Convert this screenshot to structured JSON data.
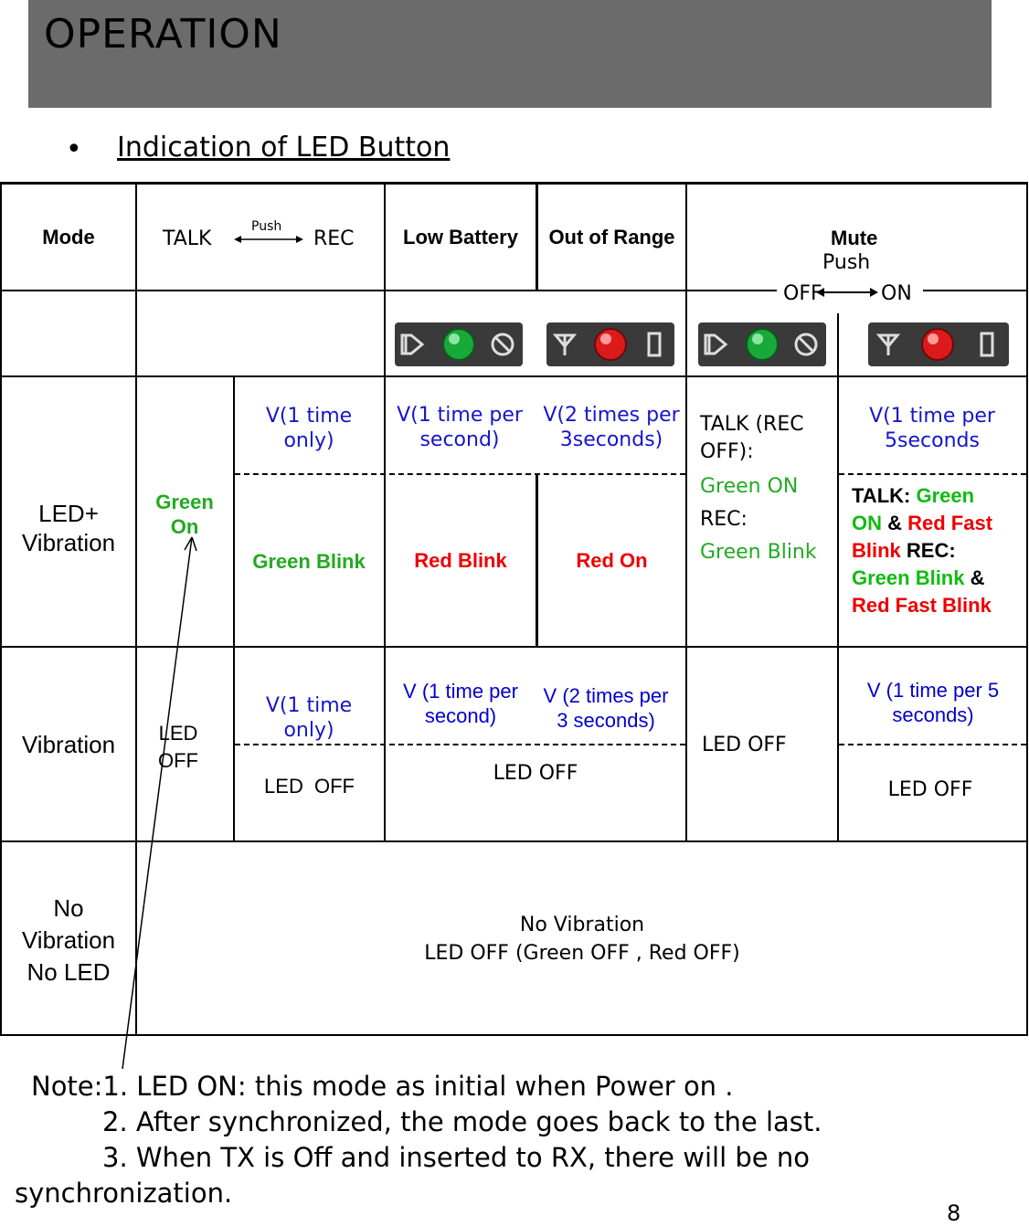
{
  "header": {
    "title": "OPERATION"
  },
  "section": {
    "bullet": "•",
    "title": "Indication of LED Button"
  },
  "table": {
    "head": {
      "mode": "Mode",
      "talk": "TALK",
      "push": "Push",
      "rec": "REC",
      "low_battery": "Low Battery",
      "out_of_range": "Out of Range",
      "mute": "Mute",
      "mute_push": "Push",
      "mute_off": "OFF",
      "mute_on": "ON"
    },
    "led_vibration": {
      "label": "LED+ Vibration",
      "green_on": "Green On",
      "v_once": "V(1 time only)",
      "green_blink": "Green Blink",
      "v_low_batt": "V(1 time per second)",
      "red_blink": "Red Blink",
      "v_out_range": "V(2 times per 3seconds)",
      "red_on": "Red On",
      "mute_talk": "TALK (REC OFF):",
      "mute_talk_val": "Green ON",
      "mute_rec": "REC:",
      "mute_rec_val": "Green Blink",
      "v_mute": "V(1 time per 5seconds",
      "on_talk": "TALK: ",
      "on_green_on": "Green ON",
      "on_amp1": " & ",
      "on_red_fast1": "Red Fast Blink",
      "on_rec": "REC: ",
      "on_green_blink": "Green Blink",
      "on_amp2": " & ",
      "on_red_fast2": "Red Fast Blink"
    },
    "vibration": {
      "label": "Vibration",
      "led_off_1": "LED OFF",
      "v_once": "V(1 time only)",
      "led_off_2": "LED   OFF",
      "v_low_batt": "V (1 time per second)",
      "v_out_range": "V (2 times per 3 seconds)",
      "led_off_3": "LED OFF",
      "led_off_mute_off": "LED OFF",
      "v_mute": "V (1 time per 5 seconds)",
      "led_off_mute_on": "LED OFF"
    },
    "none": {
      "label": "No Vibration No LED",
      "line1": "No Vibration",
      "line2": "LED OFF (Green OFF , Red OFF)"
    }
  },
  "notes": {
    "line1": "Note:1. LED ON: this mode as initial when Power on .",
    "line2": "2. After synchronized, the mode goes back to the last.",
    "line3": "3. When TX is Off and inserted to RX, there will be no",
    "line4": "synchronization."
  },
  "page_number": "8",
  "colors": {
    "header_bg": "#6b6b6b",
    "blue": "#1515cc",
    "green": "#22aa22",
    "red": "#ee0000"
  }
}
